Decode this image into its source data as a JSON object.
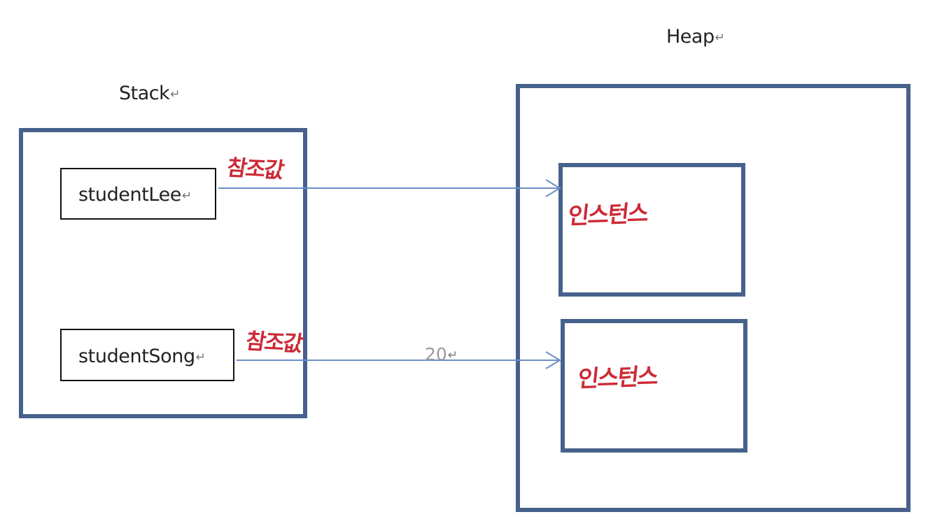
{
  "stack": {
    "title": "Stack",
    "variables": [
      {
        "name": "studentLee"
      },
      {
        "name": "studentSong"
      }
    ]
  },
  "heap": {
    "title": "Heap"
  },
  "arrows": [
    {
      "annotation": "참조값"
    },
    {
      "annotation": "참조값",
      "value": "20"
    }
  ],
  "instances": [
    {
      "label": "인스턴스"
    },
    {
      "label": "인스턴스"
    }
  ],
  "return_mark": "↵",
  "colors": {
    "region_border": "#46618b",
    "arrow": "#6c8ec8",
    "handwriting": "#cc2a36"
  }
}
